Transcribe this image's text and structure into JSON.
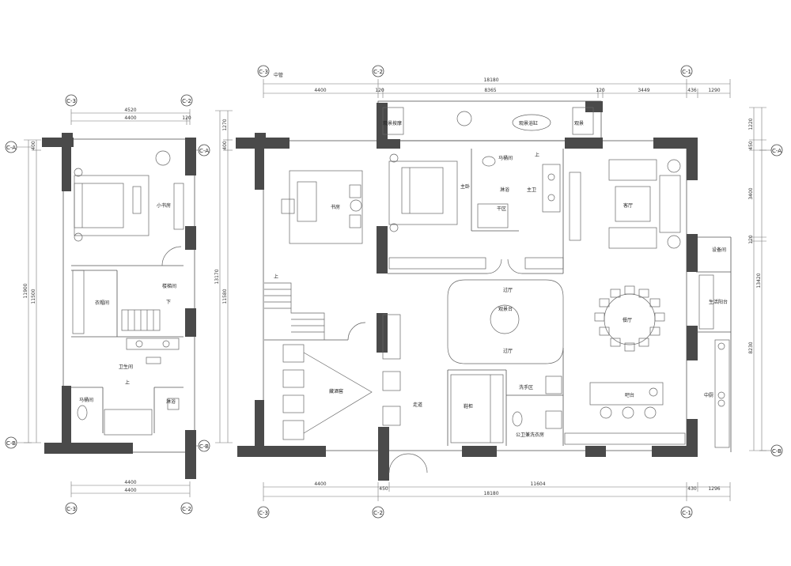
{
  "axes": {
    "c3": "C-3",
    "c2": "C-2",
    "c1": "C-1",
    "ca": "C-A",
    "cb": "C-B"
  },
  "dims": {
    "mid_label": "中管",
    "top_total": "18180",
    "top_4400": "4400",
    "top_120a": "120",
    "top_8365": "8365",
    "top_120b": "120",
    "top_3449": "3449",
    "top_436": "436",
    "top_1290": "1290",
    "bot_total": "18180",
    "bot_4400": "4400",
    "bot_450": "450",
    "bot_11604": "11604",
    "bot_430": "430",
    "bot_1296": "1296",
    "left_top_4520": "4520",
    "left_top_4400": "4400",
    "left_top_120": "120",
    "left_bot_4400a": "4400",
    "left_bot_4400b": "4400",
    "left_v_11900": "11900",
    "left_v_11500": "11500",
    "left_v_400": "400",
    "mid_v_13170": "13170",
    "mid_v_11580": "11580",
    "mid_v_400": "400",
    "mid_v_1270": "1270",
    "right_v_1220": "1220",
    "right_v_450": "450",
    "right_v_3400": "3400",
    "right_v_120": "120",
    "right_v_13420": "13420",
    "right_v_8230": "8230"
  },
  "rooms": {
    "xiao_shufang": "小书房",
    "yimaojian_left": "衣帽间",
    "louti_jian": "楼梯间",
    "xia": "下",
    "weisheng_jian": "卫生间",
    "matong_jian_left": "马桶间",
    "linyu_left": "淋浴",
    "shang_left": "上",
    "shufang": "书房",
    "shang_mid": "上",
    "guancang_qu": "藏酒窖",
    "zoudao": "走道",
    "zhuwo": "主卧",
    "matong_jian": "马桶间",
    "linyu": "淋浴",
    "zhuwei": "主卫",
    "ganqu": "干区",
    "yunxing_yuqu": "观景浴缸",
    "zhuwu_qu": "观景按摩",
    "zhudeng": "观景",
    "guoting_top": "过厅",
    "yinshi_tai": "观景台",
    "guoting_bot": "过厅",
    "yimao": "鞋柜",
    "xishou_qu": "洗手区",
    "gongwei": "公卫兼洗衣房",
    "keting": "客厅",
    "canting": "餐厅",
    "shebei_jian": "设备间",
    "shenghuo_yangtai": "生活阳台",
    "chutai": "吧台",
    "zhongchu": "中厨",
    "shang_bath": "上"
  }
}
